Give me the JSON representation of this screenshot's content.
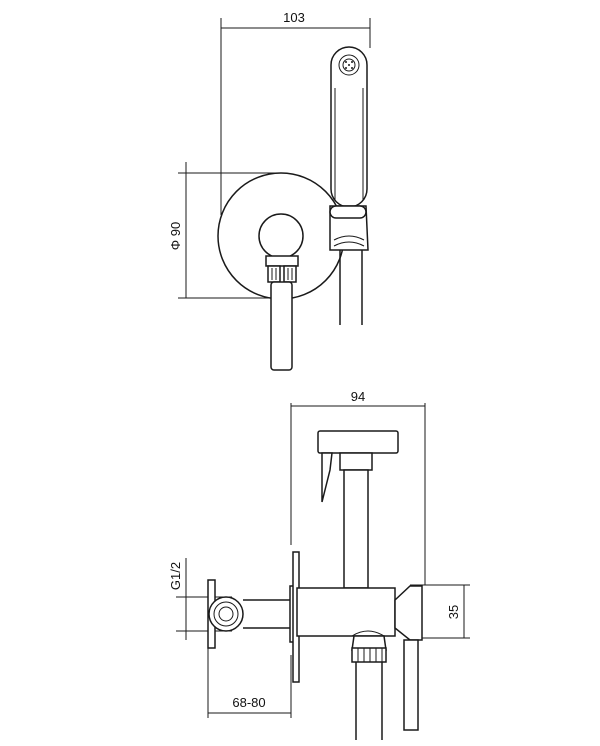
{
  "dimensions": {
    "top_width": "103",
    "top_diameter": "Φ 90",
    "bottom_width": "94",
    "bottom_height": "35",
    "thread": "G1/2",
    "wall_depth": "68-80"
  }
}
